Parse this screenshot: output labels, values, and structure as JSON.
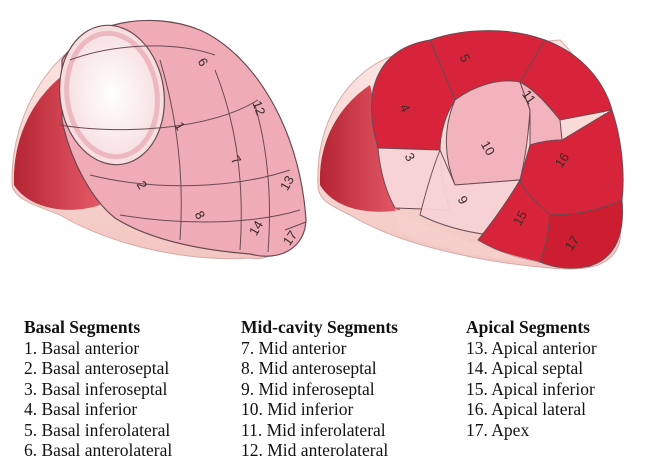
{
  "figure": {
    "left_model": {
      "labels": [
        "1",
        "2",
        "6",
        "7",
        "8",
        "12",
        "13",
        "14",
        "17"
      ]
    },
    "right_model": {
      "labels": [
        "3",
        "4",
        "5",
        "9",
        "10",
        "11",
        "15",
        "16",
        "17"
      ]
    }
  },
  "legend": {
    "basal": {
      "heading": "Basal Segments",
      "items": [
        "1. Basal anterior",
        "2. Basal anteroseptal",
        "3. Basal inferoseptal",
        "4. Basal inferior",
        "5. Basal inferolateral",
        "6. Basal anterolateral"
      ]
    },
    "mid": {
      "heading": "Mid-cavity Segments",
      "items": [
        "7. Mid anterior",
        "8. Mid anteroseptal",
        "9. Mid inferoseptal",
        "10. Mid inferior",
        "11. Mid inferolateral",
        "12. Mid anterolateral"
      ]
    },
    "apical": {
      "heading": "Apical Segments",
      "items": [
        "13. Apical anterior",
        "14. Apical septal",
        "15. Apical inferior",
        "16. Apical lateral",
        "17. Apex"
      ]
    }
  },
  "colors": {
    "highlight_red": "#d8243a",
    "light_pink": "#f2b3bd",
    "pale_pink": "#f7d3d5",
    "wall_red": "#c8313f",
    "outline": "#6a4a52"
  }
}
